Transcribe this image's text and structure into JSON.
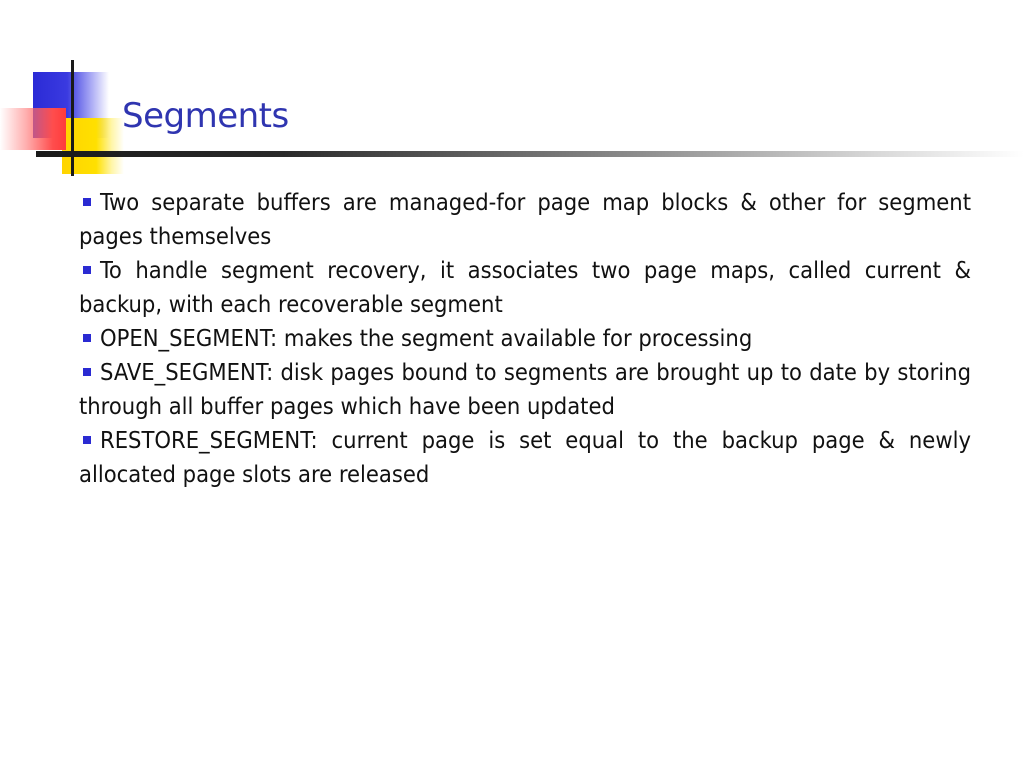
{
  "slide": {
    "title": "Segments",
    "bullets": [
      {
        "text": "Two separate buffers are managed-for page map blocks & other for segment pages themselves"
      },
      {
        "text": "To handle segment recovery, it associates two page maps, called current & backup, with each recoverable segment"
      },
      {
        "text": "OPEN_SEGMENT: makes the segment available for processing"
      },
      {
        "text": "SAVE_SEGMENT: disk pages bound to segments are  brought up to date by storing through all buffer pages which have been updated"
      },
      {
        "text": "RESTORE_SEGMENT: current page is set equal to the backup page & newly allocated page slots are released"
      }
    ],
    "colors": {
      "title": "#2f35b0",
      "bullet_marker": "#2a2ad2",
      "deco_blue": "#2b2bd6",
      "deco_yellow": "#ffd400",
      "deco_red": "#ff3b3b"
    },
    "bullet_icon": "square-bullet-icon"
  }
}
